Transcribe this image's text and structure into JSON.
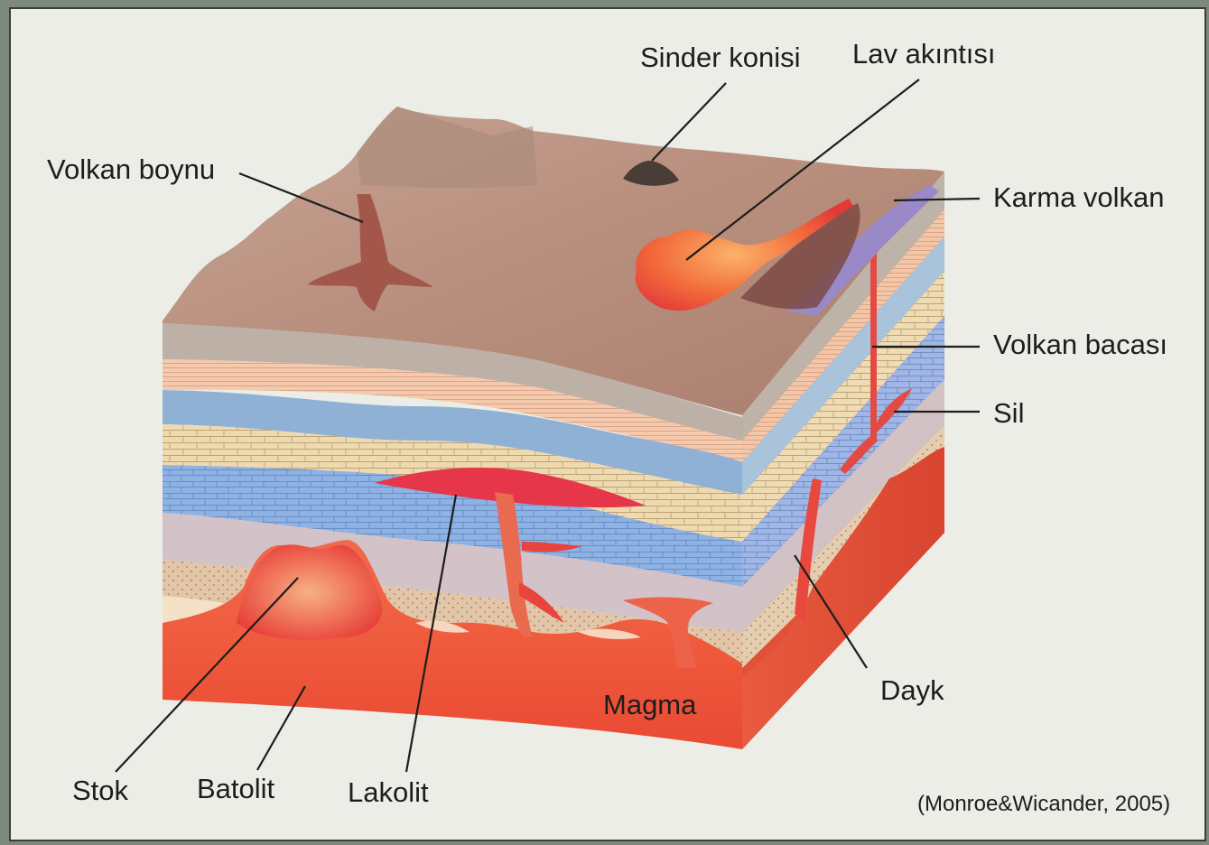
{
  "labels": {
    "sinder_konisi": "Sinder konisi",
    "lav_akintisi": "Lav akıntısı",
    "volkan_boynu": "Volkan boynu",
    "karma_volkan": "Karma volkan",
    "volkan_bacasi": "Volkan bacası",
    "sil": "Sil",
    "dayk": "Dayk",
    "magma": "Magma",
    "stok": "Stok",
    "batolit": "Batolit",
    "lakolit": "Lakolit"
  },
  "citation": "(Monroe&Wicander, 2005)"
}
